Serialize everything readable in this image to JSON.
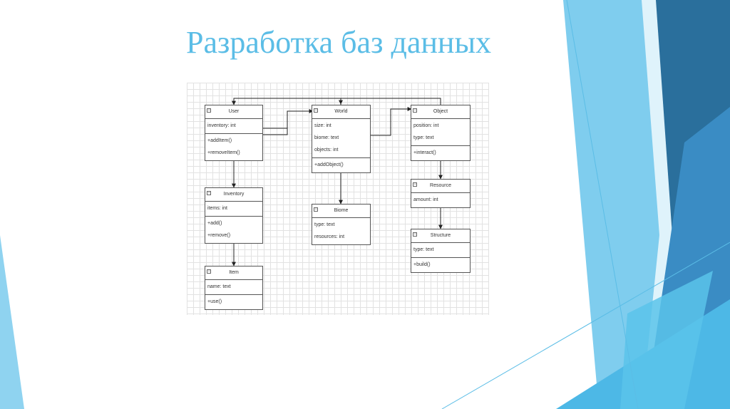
{
  "slide": {
    "title": "Разработка баз данных",
    "colors": {
      "title": "#5bbde6",
      "accent_light": "#8fd3f0",
      "accent": "#4db8e6",
      "accent_dark": "#2a6f9c",
      "deco_line": "#5bbde6"
    }
  },
  "diagram": {
    "classes": {
      "user": {
        "name": "User",
        "fields": [
          "inventory: int"
        ],
        "methods": [
          "+addItem()",
          "+removeItem()"
        ]
      },
      "world": {
        "name": "World",
        "fields": [
          "size: int",
          "biome: text",
          "objects: int"
        ],
        "methods": [
          "+addObject()"
        ]
      },
      "object": {
        "name": "Object",
        "fields": [
          "position: int",
          "type: text"
        ],
        "methods": [
          "+interact()"
        ]
      },
      "inventory": {
        "name": "Inventory",
        "fields": [
          "items: int"
        ],
        "methods": [
          "+add()",
          "+remove()"
        ]
      },
      "biome": {
        "name": "Biome",
        "fields": [
          "type: text",
          "resources: int"
        ],
        "methods": []
      },
      "resource": {
        "name": "Resource",
        "fields": [
          "amount: int"
        ],
        "methods": []
      },
      "item": {
        "name": "Item",
        "fields": [
          "name: text"
        ],
        "methods": [
          "+use()"
        ]
      },
      "structure": {
        "name": "Structure",
        "fields": [
          "type: text"
        ],
        "methods": [
          "+build()"
        ]
      }
    },
    "connectors": [
      {
        "from": "user",
        "to": "world"
      },
      {
        "from": "world",
        "to": "user"
      },
      {
        "from": "world",
        "to": "object"
      },
      {
        "from": "object",
        "to": "world"
      },
      {
        "from": "user",
        "to": "inventory"
      },
      {
        "from": "inventory",
        "to": "item"
      },
      {
        "from": "world",
        "to": "biome"
      },
      {
        "from": "object",
        "to": "resource"
      },
      {
        "from": "resource",
        "to": "structure"
      }
    ]
  }
}
